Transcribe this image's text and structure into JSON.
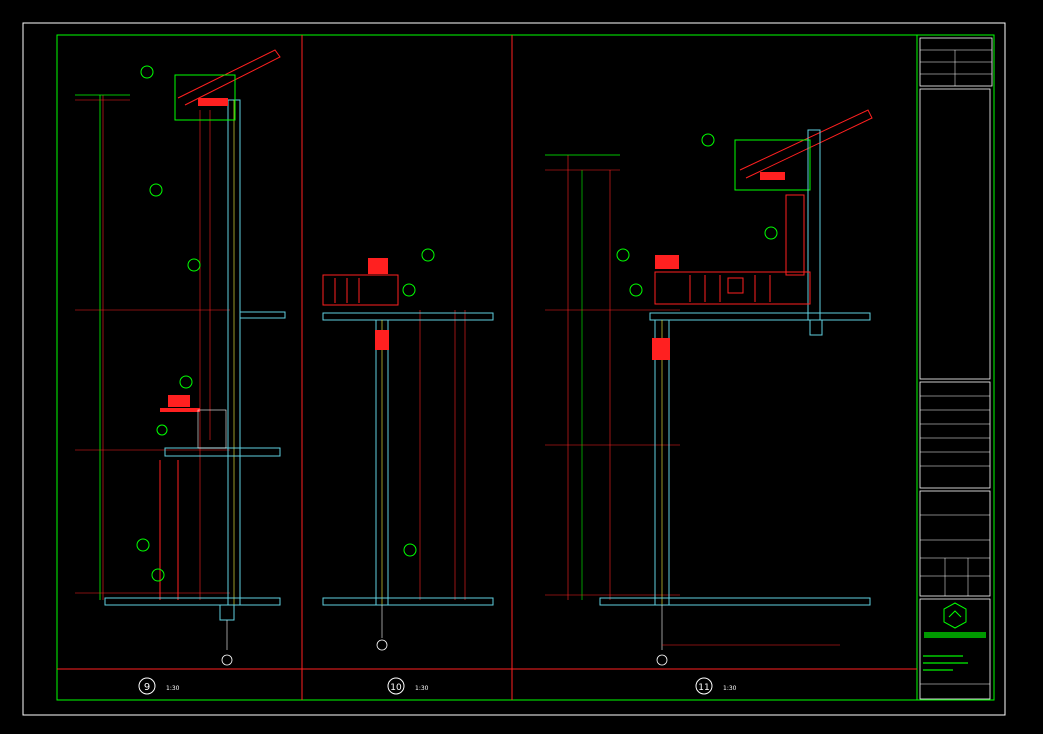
{
  "colors": {
    "background": "#000000",
    "frame": "#00ff00",
    "dim_red": "#ff2020",
    "wall_cyan": "#5fd0e0",
    "detail_yellow": "#ffff40",
    "text_white": "#ffffff"
  },
  "panels": [
    {
      "number": "9",
      "scale": "1:30"
    },
    {
      "number": "10",
      "scale": "1:30"
    },
    {
      "number": "11",
      "scale": "1:30"
    }
  ],
  "title_block": {
    "sections": [
      "title-header",
      "notes",
      "revisions",
      "project-info",
      "drawing-number",
      "company-logo",
      "company-name",
      "footer"
    ],
    "logo_icon": "house-logo-icon"
  }
}
